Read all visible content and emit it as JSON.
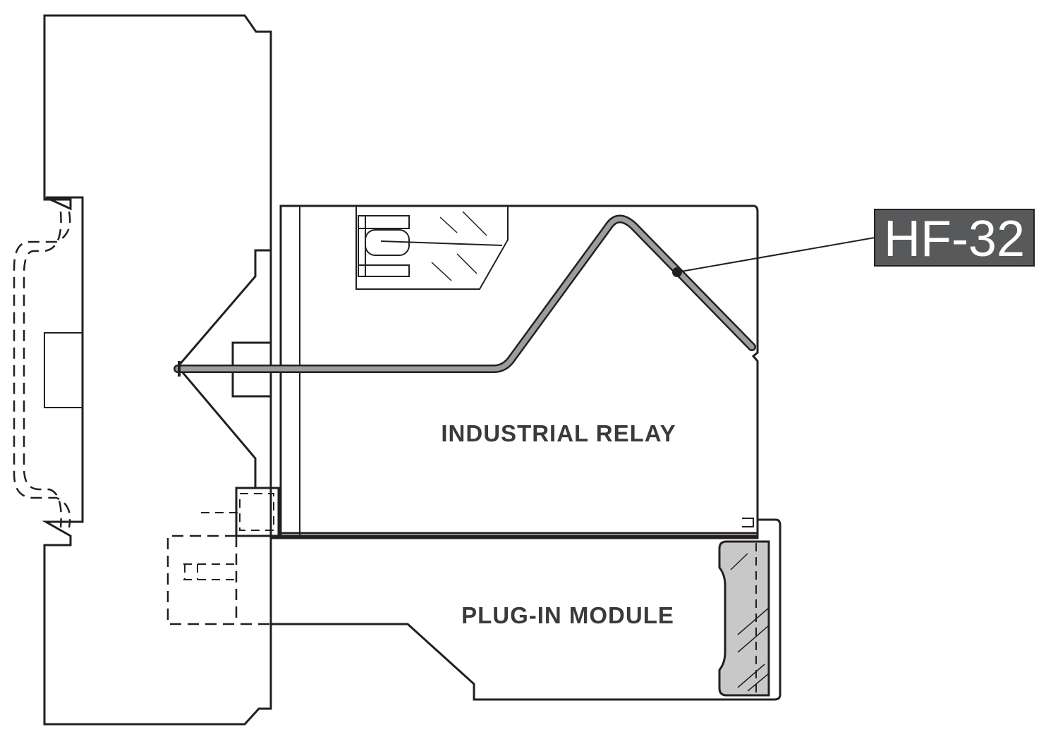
{
  "labels": {
    "relay": "INDUSTRIAL RELAY",
    "module": "PLUG-IN MODULE",
    "callout": "HF-32"
  },
  "colors": {
    "line": "#231f20",
    "callout_bg": "#58595b",
    "callout_text": "#ffffff",
    "clip_fill": "#c8c8c8",
    "label_text": "#3a3a3a"
  }
}
